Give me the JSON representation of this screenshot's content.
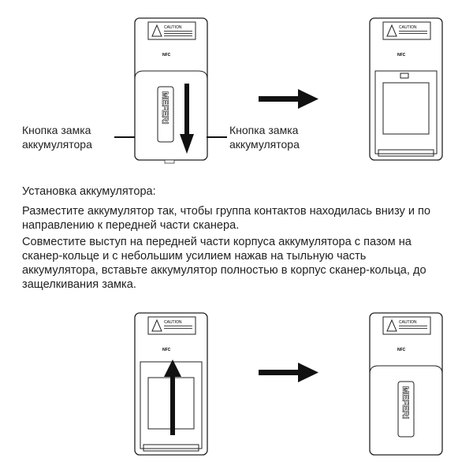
{
  "labels": {
    "left_button": "Кнопка замка аккумулятора",
    "right_button": "Кнопка замка аккумулятора"
  },
  "device": {
    "caution": "CAUTION",
    "nfc": "NFC",
    "brand": "MEFERI"
  },
  "instructions": {
    "heading": "Установка аккумулятора:",
    "paragraphs": [
      "Разместите аккумулятор так, чтобы группа контактов находилась внизу и по направлению к передней части сканера.",
      "Совместите выступ на передней части корпуса аккумулятора с пазом на сканер-кольце и с небольшим усилием нажав на тыльную часть аккумулятора, вставьте аккумулятор полностью в корпус сканер-кольца, до защелкивания замка."
    ]
  }
}
